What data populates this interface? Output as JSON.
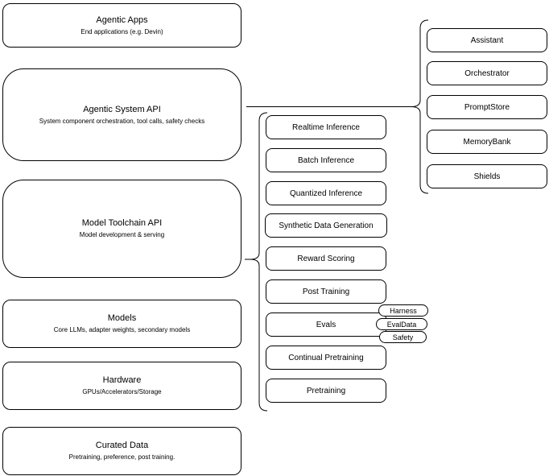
{
  "colors": {
    "stroke": "#000000",
    "fill": "#ffffff",
    "text": "#000000"
  },
  "left_stack": [
    {
      "title": "Agentic Apps",
      "subtitle": "End applications (e.g. Devin)"
    },
    {
      "title": "Agentic System API",
      "subtitle": "System component orchestration, tool calls, safety checks"
    },
    {
      "title": "Model Toolchain API",
      "subtitle": "Model development & serving"
    },
    {
      "title": "Models",
      "subtitle": "Core LLMs, adapter weights, secondary models"
    },
    {
      "title": "Hardware",
      "subtitle": "GPUs/Accelerators/Storage"
    },
    {
      "title": "Curated Data",
      "subtitle": "Pretraining, preference, post training."
    }
  ],
  "toolchain_services": [
    {
      "label": "Realtime Inference"
    },
    {
      "label": "Batch Inference"
    },
    {
      "label": "Quantized Inference"
    },
    {
      "label": "Synthetic Data Generation"
    },
    {
      "label": "Reward Scoring"
    },
    {
      "label": "Post Training"
    },
    {
      "label": "Evals"
    },
    {
      "label": "Continual Pretraining"
    },
    {
      "label": "Pretraining"
    }
  ],
  "evals_badges": [
    {
      "label": "Harness"
    },
    {
      "label": "EvalData"
    },
    {
      "label": "Safety"
    }
  ],
  "system_components": [
    {
      "label": "Assistant"
    },
    {
      "label": "Orchestrator"
    },
    {
      "label": "PromptStore"
    },
    {
      "label": "MemoryBank"
    },
    {
      "label": "Shields"
    }
  ]
}
